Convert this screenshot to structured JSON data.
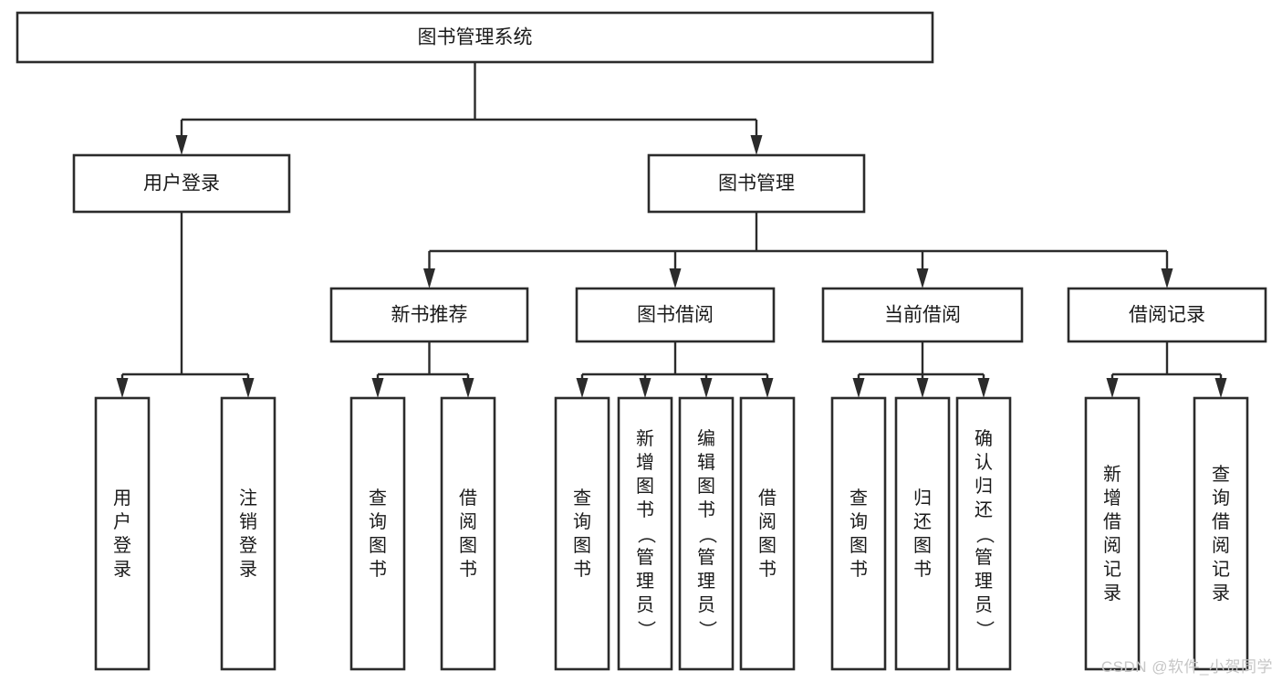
{
  "diagram": {
    "title": "图书管理系统",
    "type": "tree",
    "orientation": "top-down",
    "colors": {
      "node_fill": "#ffffff",
      "node_stroke": "#2b2b2b",
      "connector": "#2b2b2b",
      "text": "#1a1a1a",
      "watermark": "#c6c6c6"
    },
    "levels": [
      {
        "level": 1,
        "nodes": [
          {
            "id": "root",
            "label": "图书管理系统",
            "text_orientation": "horizontal"
          }
        ]
      },
      {
        "level": 2,
        "nodes": [
          {
            "id": "login",
            "label": "用户登录",
            "parent": "root",
            "text_orientation": "horizontal"
          },
          {
            "id": "bookmgmt",
            "label": "图书管理",
            "parent": "root",
            "text_orientation": "horizontal"
          }
        ]
      },
      {
        "level": 3,
        "nodes": [
          {
            "id": "newbook",
            "label": "新书推荐",
            "parent": "bookmgmt",
            "text_orientation": "horizontal"
          },
          {
            "id": "borrow",
            "label": "图书借阅",
            "parent": "bookmgmt",
            "text_orientation": "horizontal"
          },
          {
            "id": "current",
            "label": "当前借阅",
            "parent": "bookmgmt",
            "text_orientation": "horizontal"
          },
          {
            "id": "record",
            "label": "借阅记录",
            "parent": "bookmgmt",
            "text_orientation": "horizontal"
          }
        ]
      },
      {
        "level": 4,
        "nodes": [
          {
            "id": "leaf1",
            "label": "用户登录",
            "parent": "login",
            "text_orientation": "vertical"
          },
          {
            "id": "leaf2",
            "label": "注销登录",
            "parent": "login",
            "text_orientation": "vertical"
          },
          {
            "id": "leaf3",
            "label": "查询图书",
            "parent": "newbook",
            "text_orientation": "vertical"
          },
          {
            "id": "leaf4",
            "label": "借阅图书",
            "parent": "newbook",
            "text_orientation": "vertical"
          },
          {
            "id": "leaf5",
            "label": "查询图书",
            "parent": "borrow",
            "text_orientation": "vertical"
          },
          {
            "id": "leaf6",
            "label": "新增图书（管理员）",
            "parent": "borrow",
            "text_orientation": "vertical"
          },
          {
            "id": "leaf7",
            "label": "编辑图书（管理员）",
            "parent": "borrow",
            "text_orientation": "vertical"
          },
          {
            "id": "leaf8",
            "label": "借阅图书",
            "parent": "borrow",
            "text_orientation": "vertical"
          },
          {
            "id": "leaf9",
            "label": "查询图书",
            "parent": "current",
            "text_orientation": "vertical"
          },
          {
            "id": "leaf10",
            "label": "归还图书",
            "parent": "current",
            "text_orientation": "vertical"
          },
          {
            "id": "leaf11",
            "label": "确认归还（管理员）",
            "parent": "current",
            "text_orientation": "vertical"
          },
          {
            "id": "leaf12",
            "label": "新增借阅记录",
            "parent": "record",
            "text_orientation": "vertical"
          },
          {
            "id": "leaf13",
            "label": "查询借阅记录",
            "parent": "record",
            "text_orientation": "vertical"
          }
        ]
      }
    ]
  },
  "watermark": {
    "text": "CSDN @软件_小贺同学"
  }
}
